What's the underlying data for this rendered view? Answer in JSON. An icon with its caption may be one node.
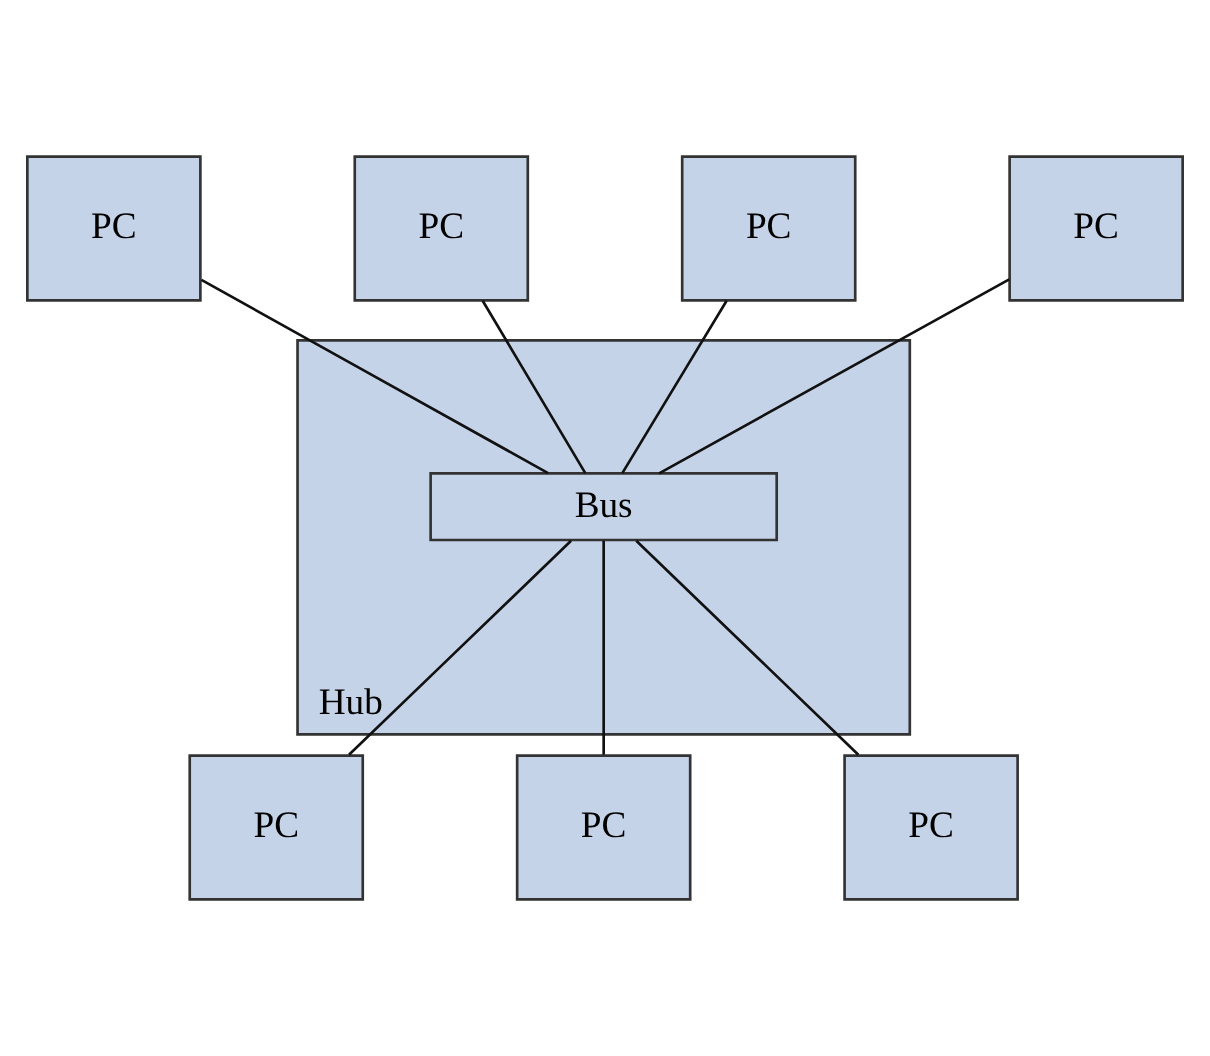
{
  "diagram": {
    "nodes": [
      {
        "text": [
          "PC"
        ]
      },
      {
        "text": [
          "PC"
        ]
      },
      {
        "text": [
          "PC"
        ]
      },
      {
        "text": [
          "PC"
        ]
      },
      {
        "text": [
          "Hub"
        ]
      },
      {
        "text": [
          "Bus"
        ],
        "in": 4
      },
      {
        "text": [
          "PC"
        ]
      },
      {
        "text": [
          "PC"
        ]
      },
      {
        "text": [
          "PC"
        ]
      }
    ],
    "edges": [
      {
        "from": 0,
        "to": 5,
        "arrow": "none"
      },
      {
        "from": 1,
        "to": 5,
        "arrow": "none"
      },
      {
        "from": 2,
        "to": 5,
        "arrow": "none"
      },
      {
        "from": 3,
        "to": 5,
        "arrow": "none"
      },
      {
        "from": 5,
        "to": 6,
        "arrow": "none"
      },
      {
        "from": 5,
        "to": 7,
        "arrow": "none"
      },
      {
        "from": 5,
        "to": 8,
        "arrow": "none"
      }
    ]
  }
}
